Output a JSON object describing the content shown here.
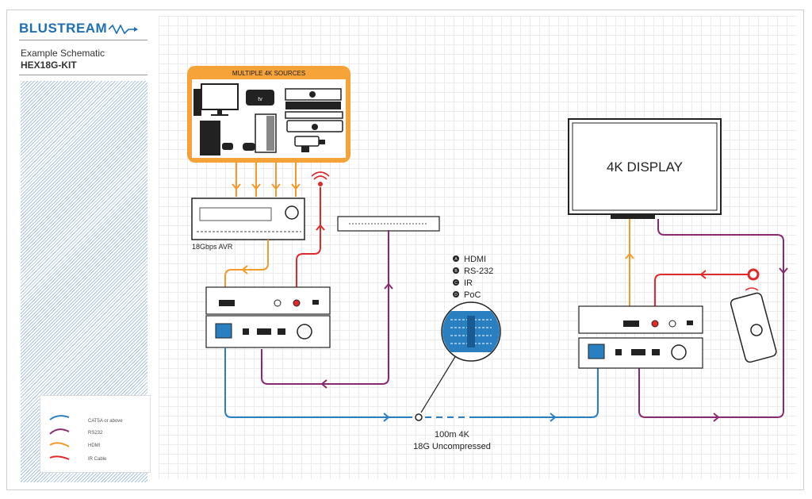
{
  "brand": {
    "logo": "BLUSTREAM"
  },
  "sidebar": {
    "title": "Example Schematic",
    "model": "HEX18G-KIT"
  },
  "sources": {
    "label": "MULTIPLE 4K SOURCES"
  },
  "avr": {
    "label": "18Gbps AVR"
  },
  "display": {
    "label": "4K DISPLAY"
  },
  "connector_key": {
    "items": [
      {
        "letter": "A",
        "label": "HDMI"
      },
      {
        "letter": "B",
        "label": "RS-232"
      },
      {
        "letter": "C",
        "label": "IR"
      },
      {
        "letter": "D",
        "label": "PoC"
      }
    ]
  },
  "link": {
    "distance": "100m 4K",
    "spec": "18G Uncompressed"
  },
  "legend": {
    "items": [
      {
        "label": "CAT5A or above",
        "color": "#2a7fc1"
      },
      {
        "label": "RS232",
        "color": "#8a2a6e"
      },
      {
        "label": "HDMI",
        "color": "#f39a2b"
      },
      {
        "label": "IR Cable",
        "color": "#e02a2a"
      }
    ]
  },
  "colors": {
    "cat": "#2a7fc1",
    "rs232": "#8a2a6e",
    "hdmi": "#f39a2b",
    "ir": "#e02a2a",
    "brand": "#1f6fb5"
  }
}
